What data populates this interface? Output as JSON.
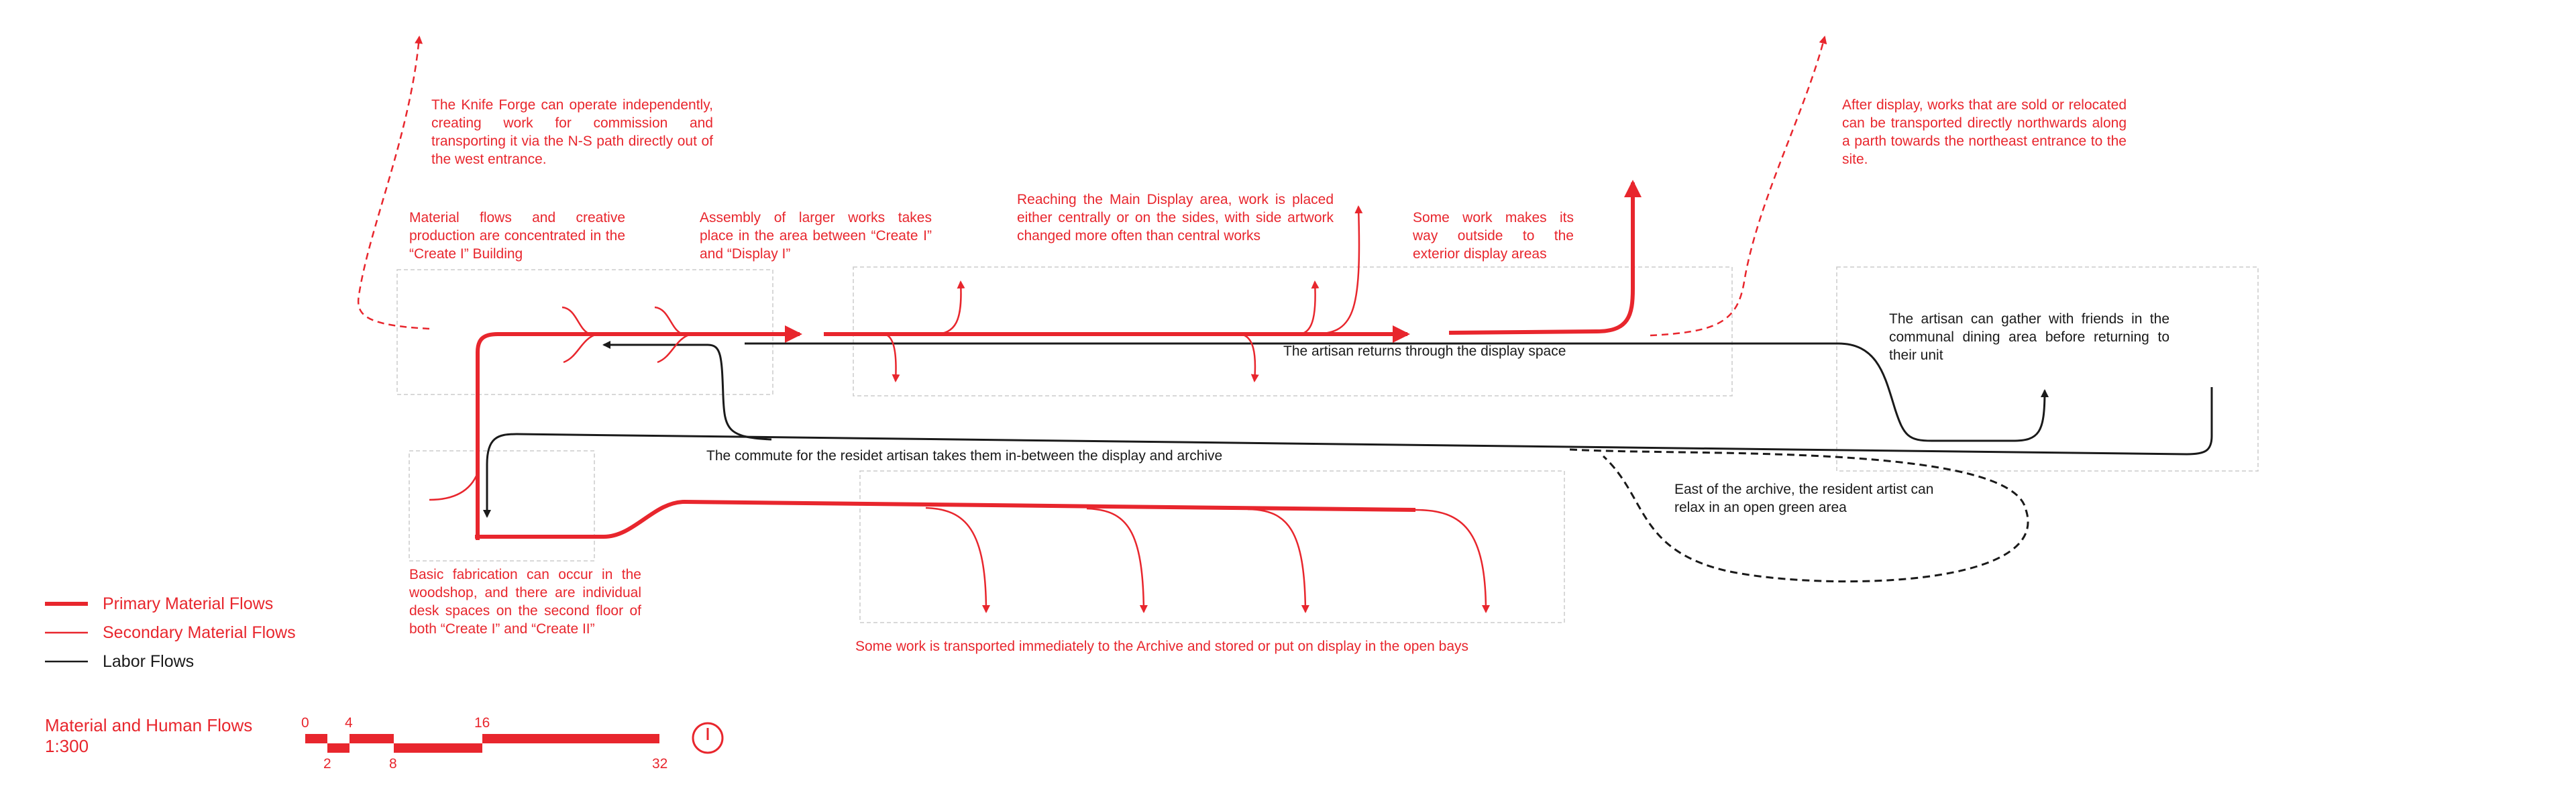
{
  "colors": {
    "primary": "#e8262d",
    "labor": "#1a1a1a",
    "zone_border": "#cccccc"
  },
  "annotations": {
    "knife_forge": "The Knife Forge can operate independently, creating work for commission and transporting it via the N-S path directly out of the west entrance.",
    "create_building": "Material flows and creative production are concentrated in the “Create I” Building",
    "assembly": "Assembly of larger works takes place in the area between “Create I” and “Display I”",
    "main_display": "Reaching the Main Display area, work is placed either centrally or on the sides, with side artwork changed more often than central works",
    "exterior_display": "Some work makes its way outside to the exterior display areas",
    "after_display": "After display, works that are sold or relocated can be transported directly northwards along a parth towards the northeast entrance to the site.",
    "dining": "The artisan can gather with friends in the communal dining area before returning to their unit",
    "returns": "The artisan returns through the display space",
    "commute": "The commute for the residet artisan takes them in-between the display and archive",
    "green_area": "East of the archive, the resident artist can relax in an open green area",
    "fabrication": "Basic fabrication can occur in the woodshop, and there are individual desk spaces on the second floor of both “Create I” and “Create II”",
    "archive": "Some work is transported immediately to the Archive and stored or put on display in the open bays"
  },
  "legend": {
    "primary": "Primary Material Flows",
    "secondary": "Secondary Material Flows",
    "labor": "Labor Flows"
  },
  "scale": {
    "title": "Material and Human Flows",
    "ratio": "1:300",
    "ticks_top": [
      "0",
      "4",
      "16"
    ],
    "ticks_bottom": [
      "2",
      "8",
      "32"
    ]
  },
  "icons": {
    "north": "north-arrow-icon"
  }
}
